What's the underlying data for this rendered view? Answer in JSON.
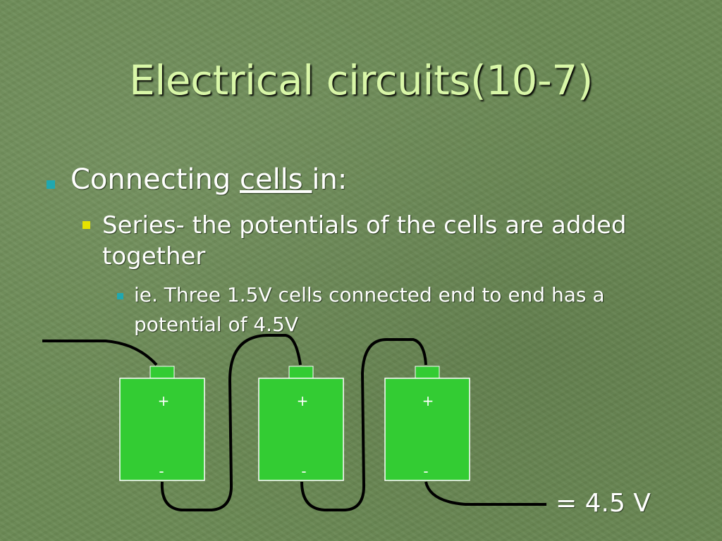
{
  "slide": {
    "title": "Electrical circuits(10-7)",
    "bullet1": {
      "prefix": "Connecting ",
      "underlined": "cells ",
      "suffix": "in:"
    },
    "bullet2": "Series- the potentials of the cells are added together",
    "bullet3": "ie. Three 1.5V cells connected end to end has a potential of 4.5V",
    "result": "= 4.5 V"
  },
  "diagram": {
    "cells": [
      {
        "positive": "+",
        "negative": "-"
      },
      {
        "positive": "+",
        "negative": "-"
      },
      {
        "positive": "+",
        "negative": "-"
      }
    ],
    "cell_color": "#33cc33",
    "wire_color": "#000000"
  },
  "colors": {
    "background": "#6b8a55",
    "title": "#d9f7a8",
    "bullet_teal": "#20a8b0",
    "bullet_yellow": "#e6e200"
  }
}
